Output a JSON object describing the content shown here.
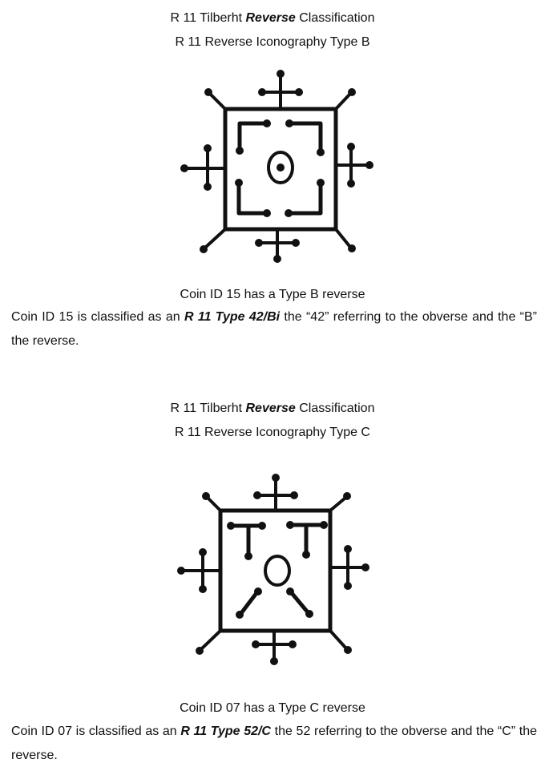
{
  "section_b": {
    "title_prefix": "R 11 Tilberht ",
    "title_emphasis": "Reverse",
    "title_suffix": " Classification",
    "subtitle": "R 11 Reverse Iconography Type B",
    "caption": "Coin ID 15 has a Type B reverse",
    "body_prefix": "Coin ID 15 is classified as an ",
    "body_emphasis": "R 11 Type 42/Bi",
    "body_suffix": " the “42” referring to the obverse and the “B” the reverse."
  },
  "section_c": {
    "title_prefix": "R 11 Tilberht ",
    "title_emphasis": "Reverse",
    "title_suffix": " Classification",
    "subtitle": "R 11 Reverse Iconography Type C",
    "caption": "Coin ID 07 has a Type C reverse",
    "body_prefix": "Coin ID 07 is classified as an ",
    "body_emphasis": "R 11 Type 52/C",
    "body_suffix": "  the  52 referring to the obverse and the “C” the reverse."
  }
}
